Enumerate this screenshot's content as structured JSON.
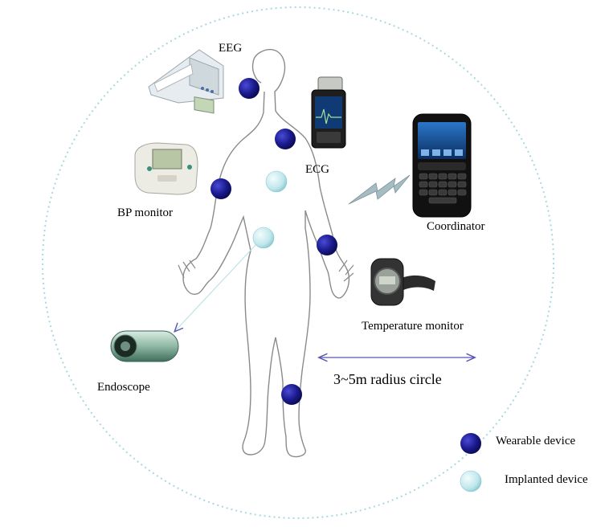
{
  "labels": {
    "eeg": "EEG",
    "ecg": "ECG",
    "bp": "BP monitor",
    "coordinator": "Coordinator",
    "temperature": "Temperature monitor",
    "endoscope": "Endoscope",
    "range": "3~5m radius circle"
  },
  "legend": {
    "wearable": "Wearable device",
    "implanted": "Implanted device"
  },
  "colors": {
    "wearable": "#1a1a8c",
    "implanted": "#bfe7ec",
    "circle": "#a9d8e0",
    "arrow": "#5757b0",
    "lightning": "#9fb6bd"
  }
}
